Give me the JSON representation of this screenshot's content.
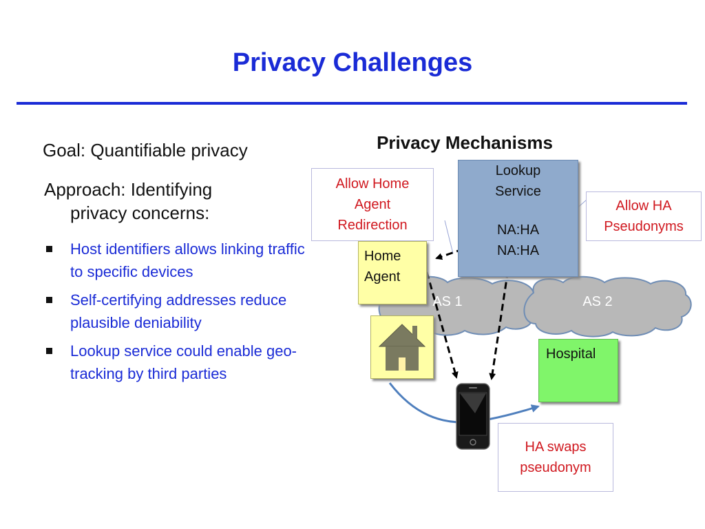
{
  "slide": {
    "title": "Privacy Challenges"
  },
  "left": {
    "goal": "Goal: Quantifiable privacy",
    "approach_line1": "Approach: Identifying",
    "approach_line2": "privacy  concerns:",
    "bullets": [
      "Host identifiers allows linking traffic to specific devices",
      "Self-certifying addresses reduce plausible deniability",
      "Lookup service could enable geo-tracking by third parties"
    ]
  },
  "diagram": {
    "title": "Privacy Mechanisms",
    "callout_redirect": "Allow Home Agent Redirection",
    "callout_pseudonyms": "Allow HA Pseudonyms",
    "callout_swap": "HA swaps pseudonym",
    "lookup": {
      "line1": "Lookup",
      "line2": "Service",
      "entry1": "NA:HA",
      "entry2": "NA:HA"
    },
    "home_agent_line1": "Home",
    "home_agent_line2": "Agent",
    "as1": "AS 1",
    "as2": "AS 2",
    "hospital": "Hospital"
  },
  "colors": {
    "title_blue": "#1a2bd6",
    "callout_red": "#d0181f",
    "lookup_fill": "#8faacc",
    "home_fill": "#ffffa6",
    "hospital_fill": "#80f56a",
    "cloud_fill": "#b8b8b8"
  }
}
